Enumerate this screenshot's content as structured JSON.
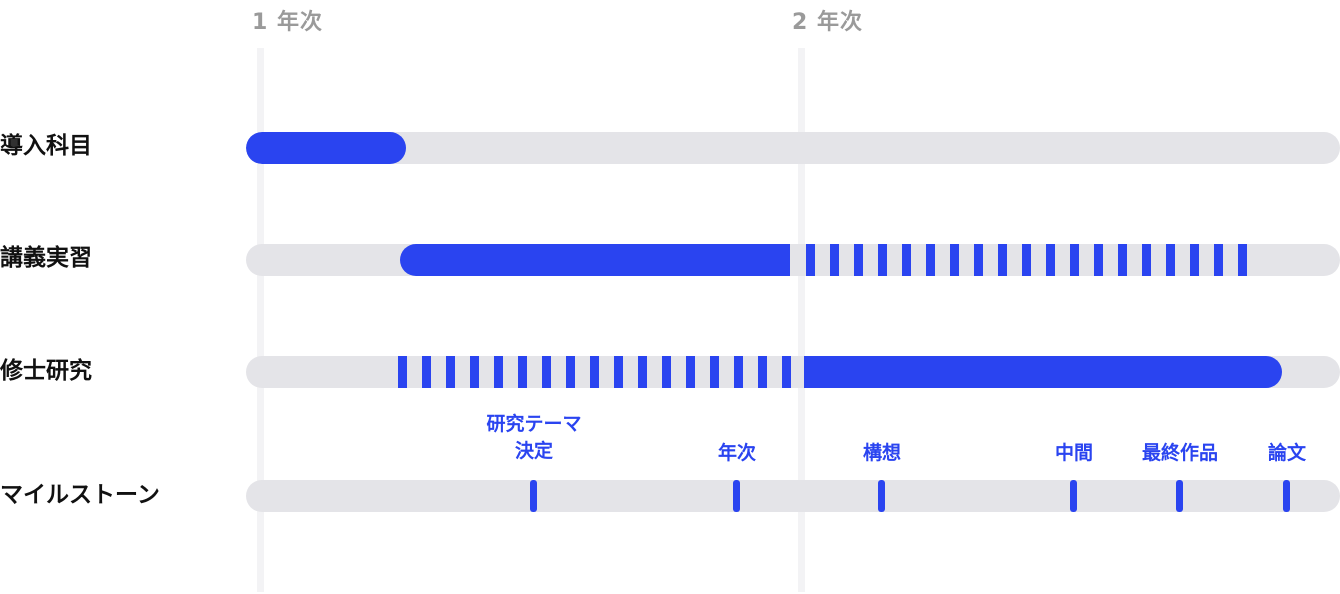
{
  "timeline": {
    "years": [
      {
        "label": "1 年次"
      },
      {
        "label": "2 年次"
      }
    ],
    "rows": [
      {
        "label": "導入科目"
      },
      {
        "label": "講義実習"
      },
      {
        "label": "修士研究"
      },
      {
        "label": "マイルストーン"
      }
    ],
    "milestones": [
      {
        "line1": "研究テーマ",
        "line2": "決定"
      },
      {
        "line1": "年次",
        "line2": ""
      },
      {
        "line1": "構想",
        "line2": ""
      },
      {
        "line1": "中間",
        "line2": ""
      },
      {
        "line1": "最終作品",
        "line2": ""
      },
      {
        "line1": "論文",
        "line2": ""
      }
    ]
  },
  "colors": {
    "accent": "#2a44f0",
    "track": "#e4e4e8",
    "grid": "#f3f3f5",
    "year_text": "#9a9a9a",
    "label_text": "#111111"
  }
}
